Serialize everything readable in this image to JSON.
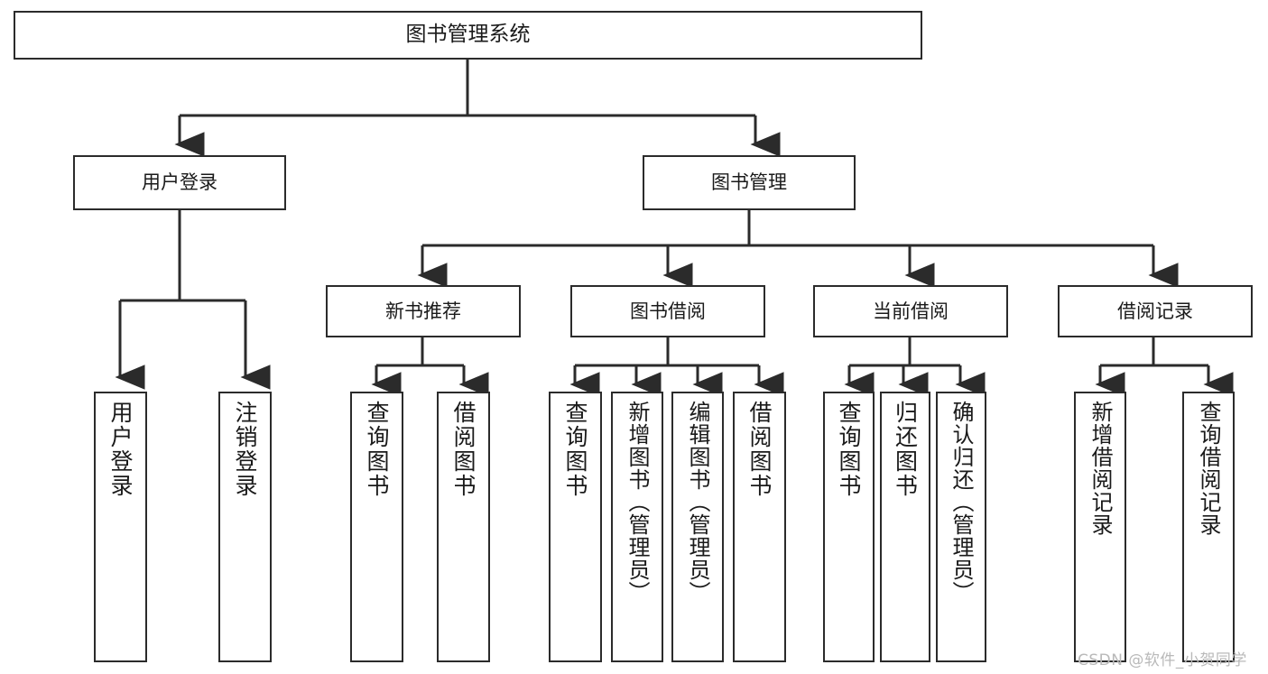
{
  "diagram": {
    "type": "tree-hierarchy",
    "title": "图书管理系统",
    "watermark": "CSDN @软件_小贺同学",
    "colors": {
      "box_border": "#2b2b2b",
      "box_fill": "#ffffff",
      "connector": "#2b2b2b",
      "text": "#1a1a1a",
      "watermark": "#b9b9b9",
      "background": "#ffffff"
    },
    "nodes": {
      "root": {
        "label": "图书管理系统"
      },
      "level1": [
        {
          "id": "user-login",
          "label": "用户登录"
        },
        {
          "id": "book-manage",
          "label": "图书管理"
        }
      ],
      "level2": [
        {
          "id": "new-book-recommend",
          "label": "新书推荐"
        },
        {
          "id": "book-borrow",
          "label": "图书借阅"
        },
        {
          "id": "current-borrow",
          "label": "当前借阅"
        },
        {
          "id": "borrow-record",
          "label": "借阅记录"
        }
      ],
      "leaves": {
        "user_login": [
          {
            "id": "leaf-user-login",
            "label": "用户登录"
          },
          {
            "id": "leaf-user-logout",
            "label": "注销登录"
          }
        ],
        "new_book_recommend": [
          {
            "id": "leaf-query-book-1",
            "label": "查询图书"
          },
          {
            "id": "leaf-borrow-book-1",
            "label": "借阅图书"
          }
        ],
        "book_borrow": [
          {
            "id": "leaf-query-book-2",
            "label": "查询图书"
          },
          {
            "id": "leaf-add-book",
            "label": "新增图书（管理员）"
          },
          {
            "id": "leaf-edit-book",
            "label": "编辑图书（管理员）"
          },
          {
            "id": "leaf-borrow-book-2",
            "label": "借阅图书"
          }
        ],
        "current_borrow": [
          {
            "id": "leaf-query-book-3",
            "label": "查询图书"
          },
          {
            "id": "leaf-return-book",
            "label": "归还图书"
          },
          {
            "id": "leaf-confirm-return",
            "label": "确认归还（管理员）"
          }
        ],
        "borrow_record": [
          {
            "id": "leaf-add-record",
            "label": "新增借阅记录"
          },
          {
            "id": "leaf-query-record",
            "label": "查询借阅记录"
          }
        ]
      }
    }
  }
}
